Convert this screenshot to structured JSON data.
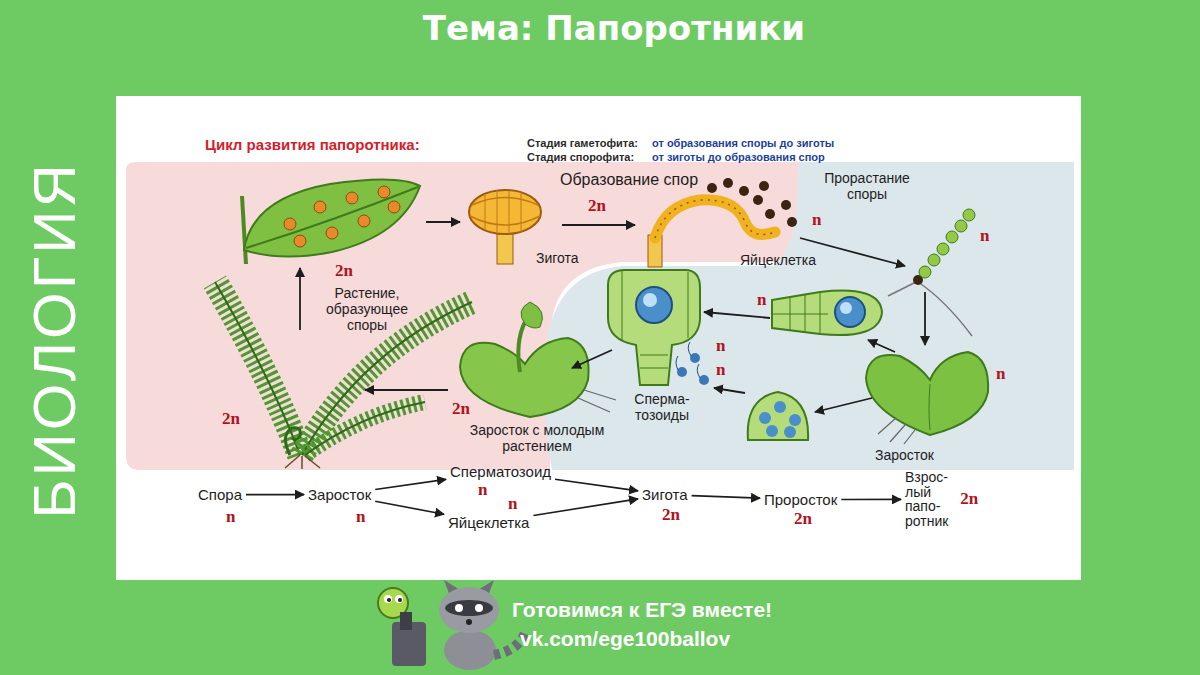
{
  "diagram": {
    "title": "Тема: Папоротники",
    "nodes": [
      {
        "text": [
          "Спора",
          "n"
        ]
      },
      {
        "text": [
          "Заросток",
          "n"
        ]
      },
      {
        "text": [
          "Сперматозоид",
          "n"
        ]
      },
      {
        "text": [
          "Яйцеклетка",
          "n"
        ]
      },
      {
        "text": [
          "Зигота",
          "2n"
        ]
      },
      {
        "text": [
          "Проросток",
          "2n"
        ]
      },
      {
        "text": [
          "Взрос- лый папо- ротник",
          "2n"
        ]
      }
    ],
    "edges": [
      {
        "from": 0,
        "to": 1,
        "arrow": "to"
      },
      {
        "from": 1,
        "to": 2,
        "arrow": "to"
      },
      {
        "from": 1,
        "to": 3,
        "arrow": "to"
      },
      {
        "from": 2,
        "to": 4,
        "arrow": "to"
      },
      {
        "from": 3,
        "to": 4,
        "arrow": "to"
      },
      {
        "from": 4,
        "to": 5,
        "arrow": "to"
      },
      {
        "from": 5,
        "to": 6,
        "arrow": "to"
      }
    ],
    "labels": [
      "БИОЛОГИЯ",
      "Цикл развития папоротника:",
      "Стадия гаметофита:",
      "от образования споры до зиготы",
      "Стадия спорофита:",
      "от зиготы до образования спор",
      "Образование спор",
      "2n",
      "Прорастание споры",
      "n",
      "n",
      "Зигота",
      "Яйцеклетка",
      "2n",
      "Растение, образующее споры",
      "n",
      "n",
      "n",
      "n",
      "Сперма- тозоиды",
      "2n",
      "Заросток с молодым растением",
      "2n",
      "Заросток",
      "Готовимся к ЕГЭ вместе!",
      "vk.com/ege100ballov"
    ]
  }
}
